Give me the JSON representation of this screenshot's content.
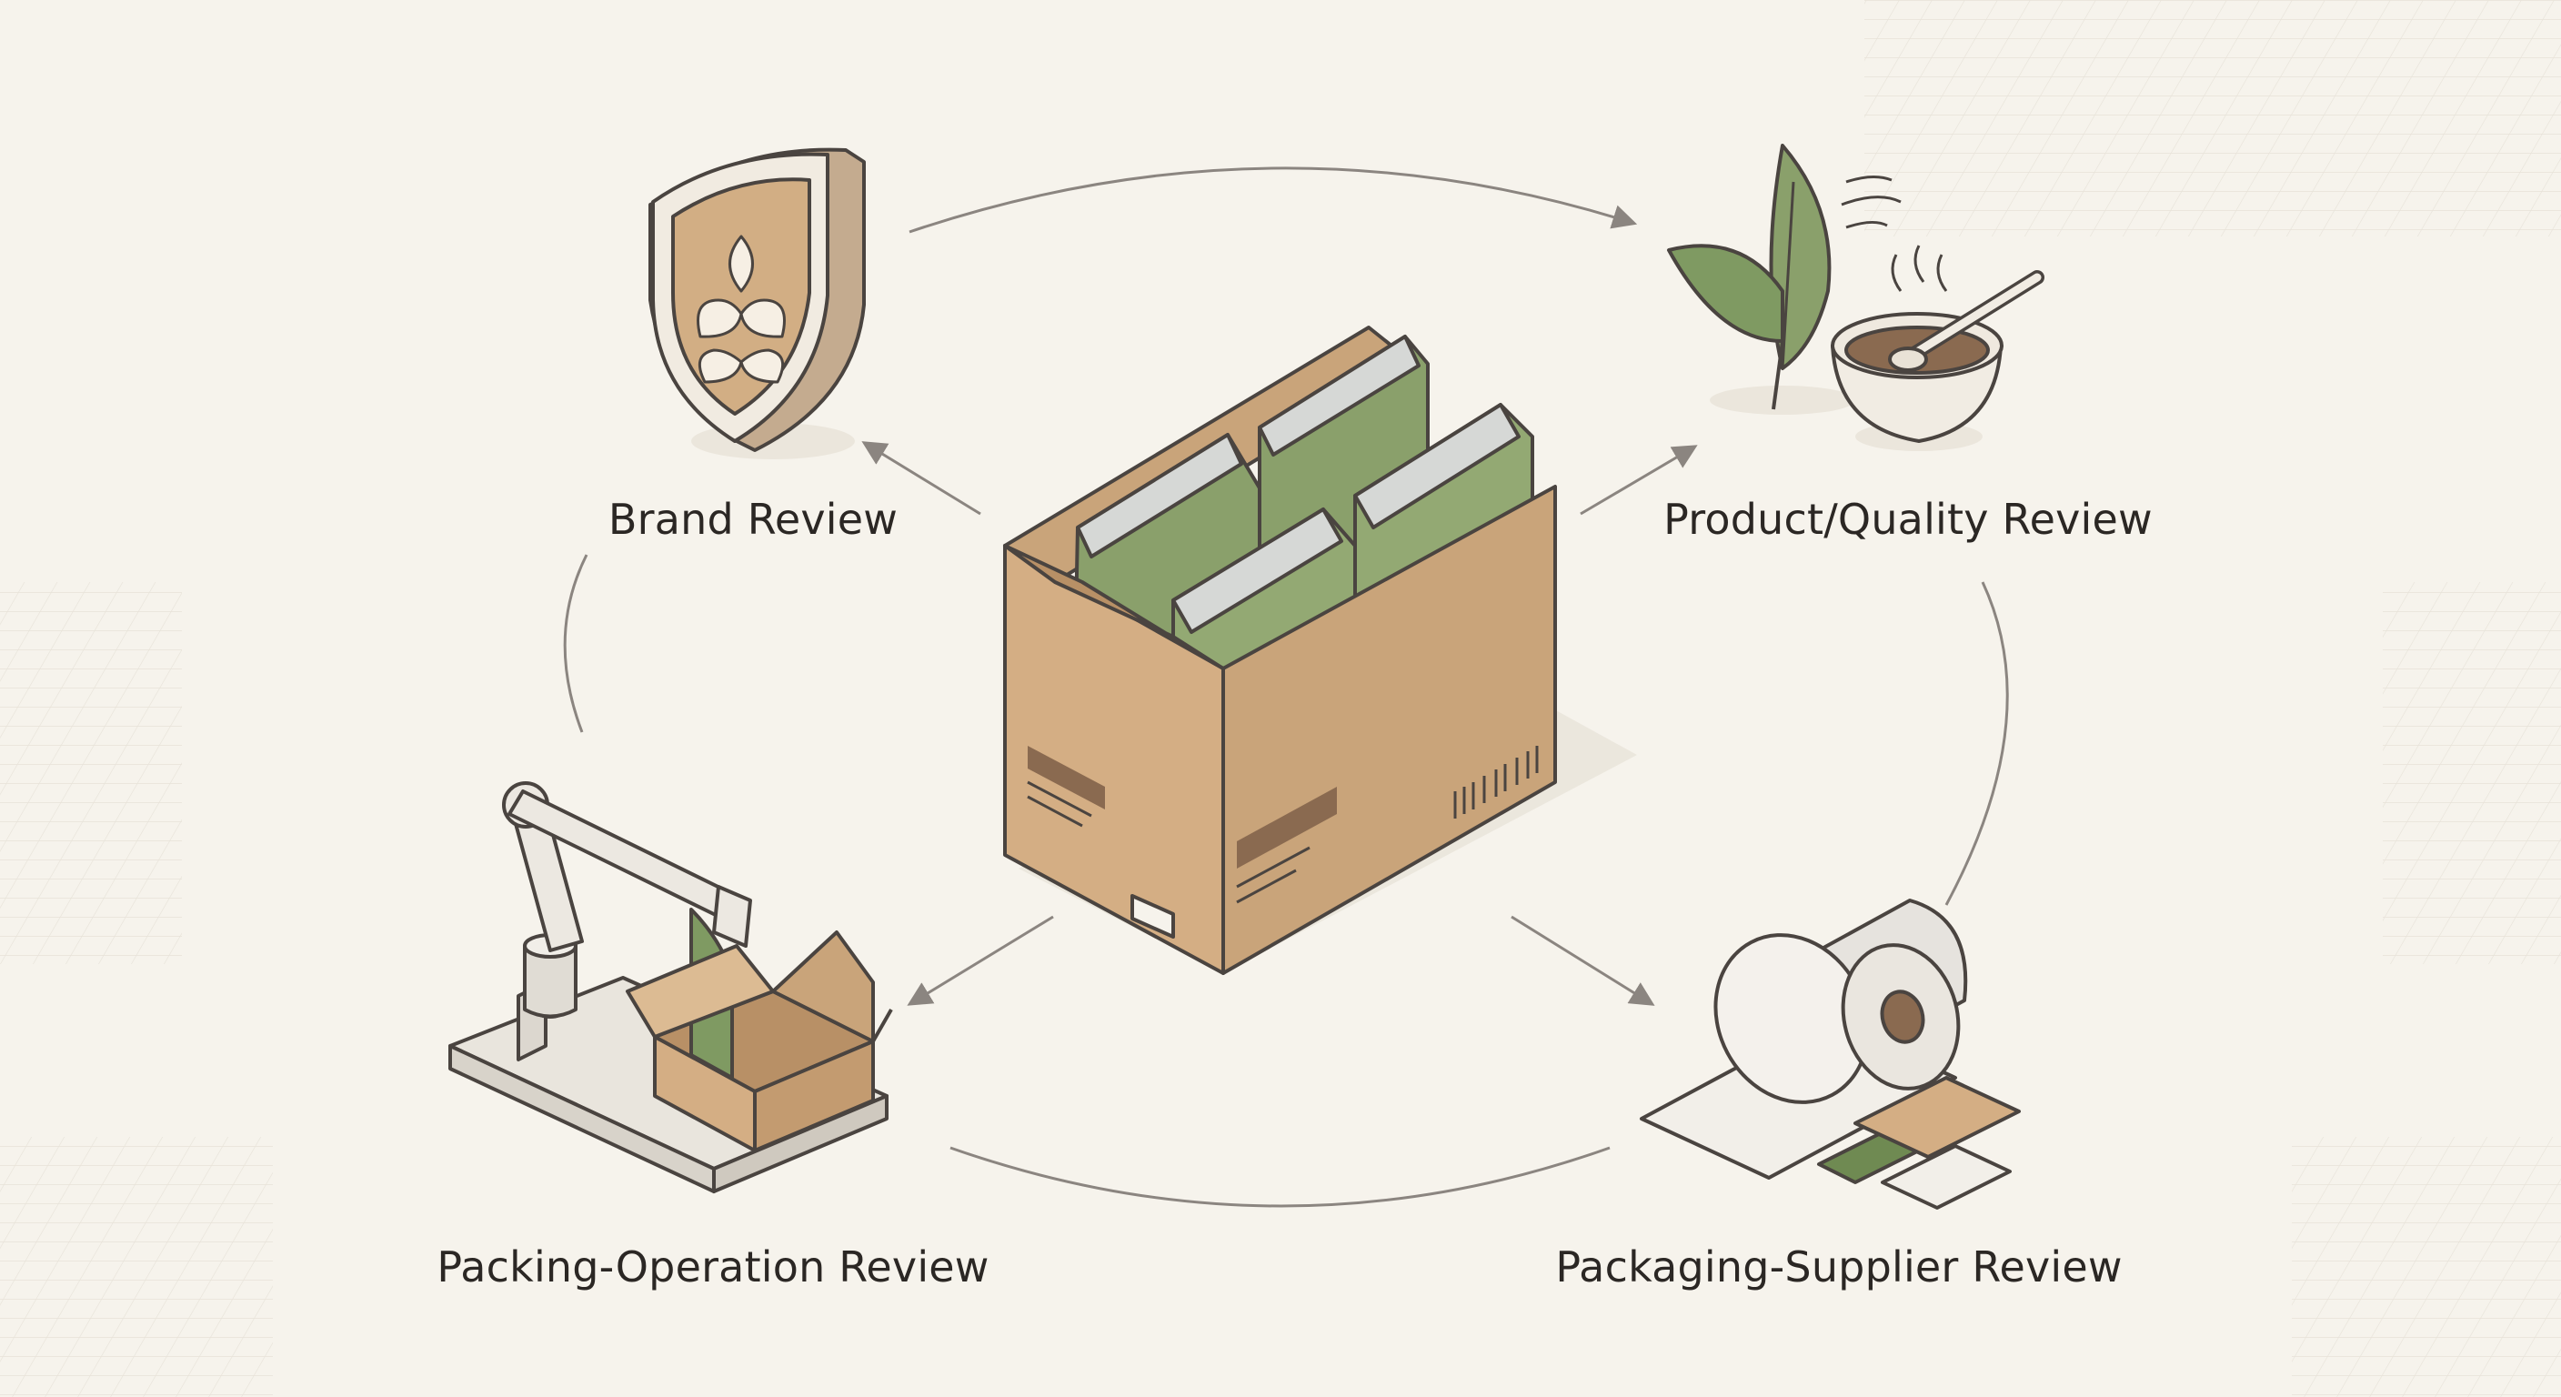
{
  "diagram": {
    "stages": [
      {
        "id": "brand",
        "label": "Brand Review",
        "icon": "shield-wheat-icon"
      },
      {
        "id": "product",
        "label": "Product/Quality Review",
        "icon": "leaf-bowl-icon"
      },
      {
        "id": "packing",
        "label": "Packing-Operation Review",
        "icon": "robot-arm-icon"
      },
      {
        "id": "supplier",
        "label": "Packaging-Supplier Review",
        "icon": "film-roll-icon"
      }
    ],
    "center": {
      "icon": "shipping-box-pouches-icon"
    }
  },
  "colors": {
    "background": "#f6f3ec",
    "line": "#8b8580",
    "kraft": "#d4ae84",
    "kraft_dark": "#b89066",
    "green": "#7f9a62",
    "green_dark": "#5f7a45",
    "foil": "#d6d8d6",
    "outline": "#4a4440"
  }
}
